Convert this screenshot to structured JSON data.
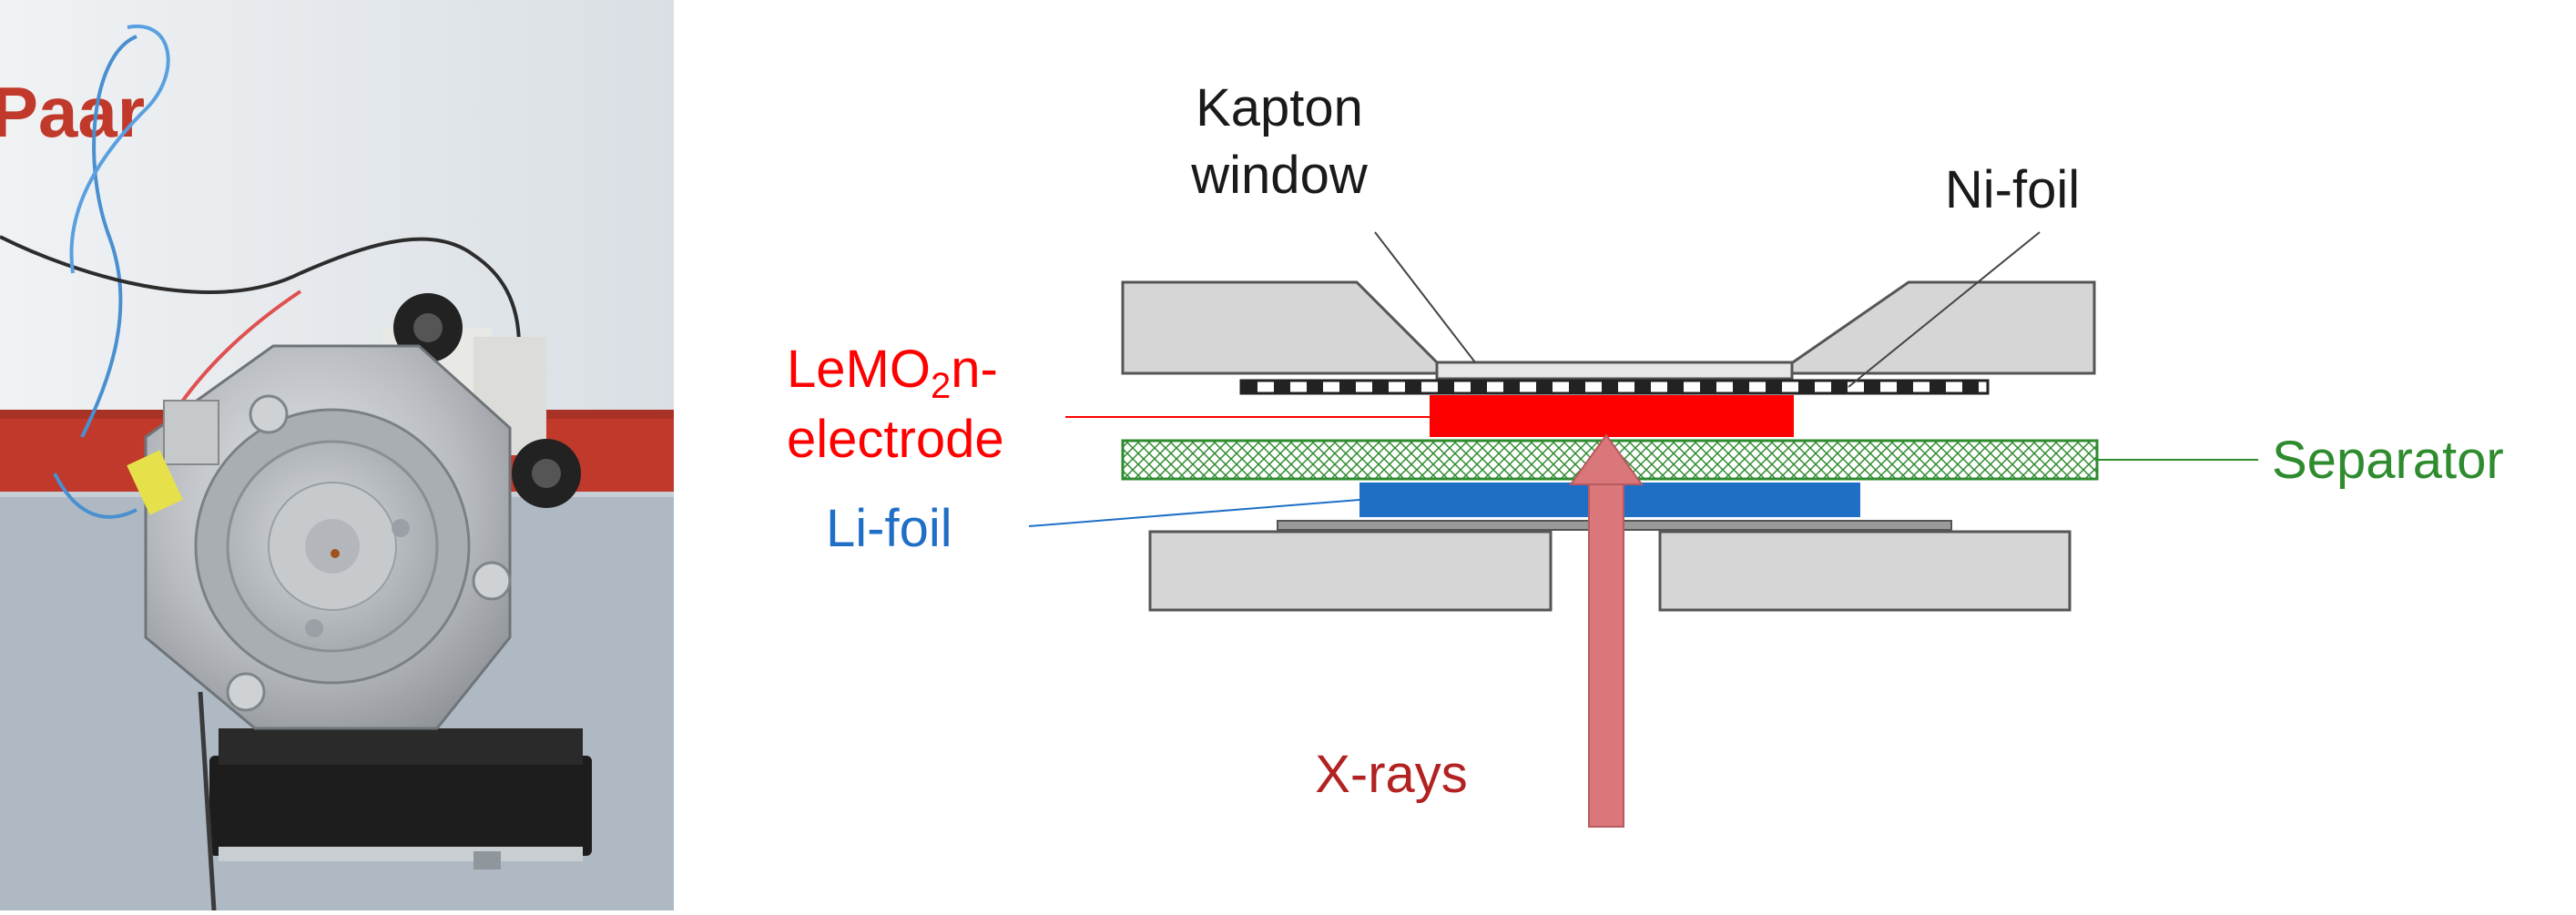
{
  "photo": {
    "brand_text": "Paar"
  },
  "diagram": {
    "labels": {
      "kapton_line1": "Kapton",
      "kapton_line2": "window",
      "ni_foil": "Ni-foil",
      "electrode_line1_prefix": "LeMO",
      "electrode_line1_sub": "2",
      "electrode_line1_suffix": "n-",
      "electrode_line2": "electrode",
      "separator": "Separator",
      "li_foil": "Li-foil",
      "xrays": "X-rays"
    },
    "colors": {
      "electrode": "#ff0000",
      "li_foil": "#1f6fc6",
      "separator": "#2e8b2e",
      "xray_arrow": "#d9777a",
      "xray_label": "#b22222",
      "housing": "#d6d6d6"
    }
  }
}
